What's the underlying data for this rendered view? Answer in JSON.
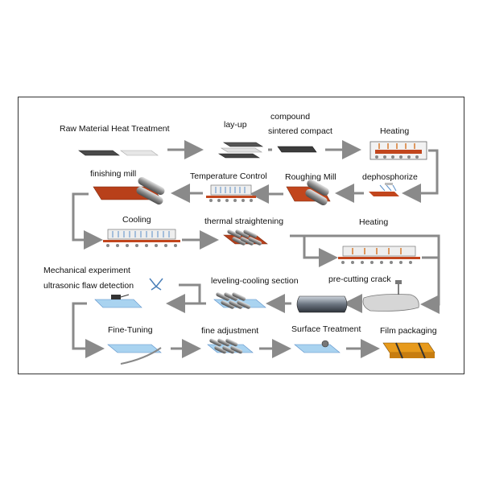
{
  "labels": {
    "raw_material": "Raw Material Heat Treatment",
    "lay_up": "lay-up",
    "compound": "compound",
    "sintered": "sintered compact",
    "heating_1": "Heating",
    "finishing_mill": "finishing mill",
    "temperature_control": "Temperature Control",
    "roughing_mill": "Roughing Mill",
    "dephosphorize": "dephosphorize",
    "cooling": "Cooling",
    "thermal_straightening": "thermal straightening",
    "heating_2": "Heating",
    "mechanical_experiment": "Mechanical experiment",
    "ultrasonic": "ultrasonic flaw detection",
    "leveling_cooling": "leveling-cooling section",
    "pre_cutting": "pre-cutting crack",
    "fine_tuning": "Fine-Tuning",
    "fine_adjustment": "fine adjustment",
    "surface_treatment": "Surface Treatment",
    "film_packaging": "Film packaging"
  },
  "colors": {
    "arrow": "#8a8a8a",
    "plate_dark": "#4a4a4a",
    "plate_light": "#d8d8d8",
    "hot_plate": "#c2461d",
    "roller": "#777777",
    "light_blue": "#a9d3f0",
    "package_orange": "#e79a1c",
    "frame": "#333333"
  }
}
